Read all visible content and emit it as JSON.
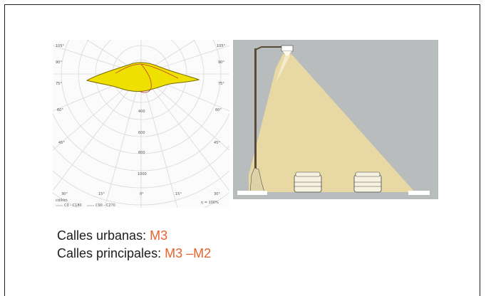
{
  "colors": {
    "accent": "#e8622c",
    "text": "#1c1c1c",
    "light_beam": "#e8d9a4",
    "polar_fill": "#eee000",
    "panel_grey": "#b9bcbc"
  },
  "polar": {
    "angle_labels_left": [
      "105°",
      "90°",
      "75°",
      "60°",
      "45°"
    ],
    "angle_labels_right": [
      "105°",
      "90°",
      "75°",
      "60°",
      "45°"
    ],
    "bottom_angle_labels": [
      "30°",
      "15°",
      "0°",
      "15°",
      "30°"
    ],
    "radial_values": [
      "400",
      "600",
      "800",
      "1000"
    ],
    "unit": "cd/klm",
    "legend_a": "C0 - C180",
    "legend_b": "C90 - C270",
    "efficiency": "η = 100%"
  },
  "captions": {
    "line1_label": "Calles urbanas:",
    "line1_value": "M3",
    "line2_label": "Calles principales:",
    "line2_value_a": "M3",
    "line2_dash": "–",
    "line2_value_b": "M2"
  }
}
